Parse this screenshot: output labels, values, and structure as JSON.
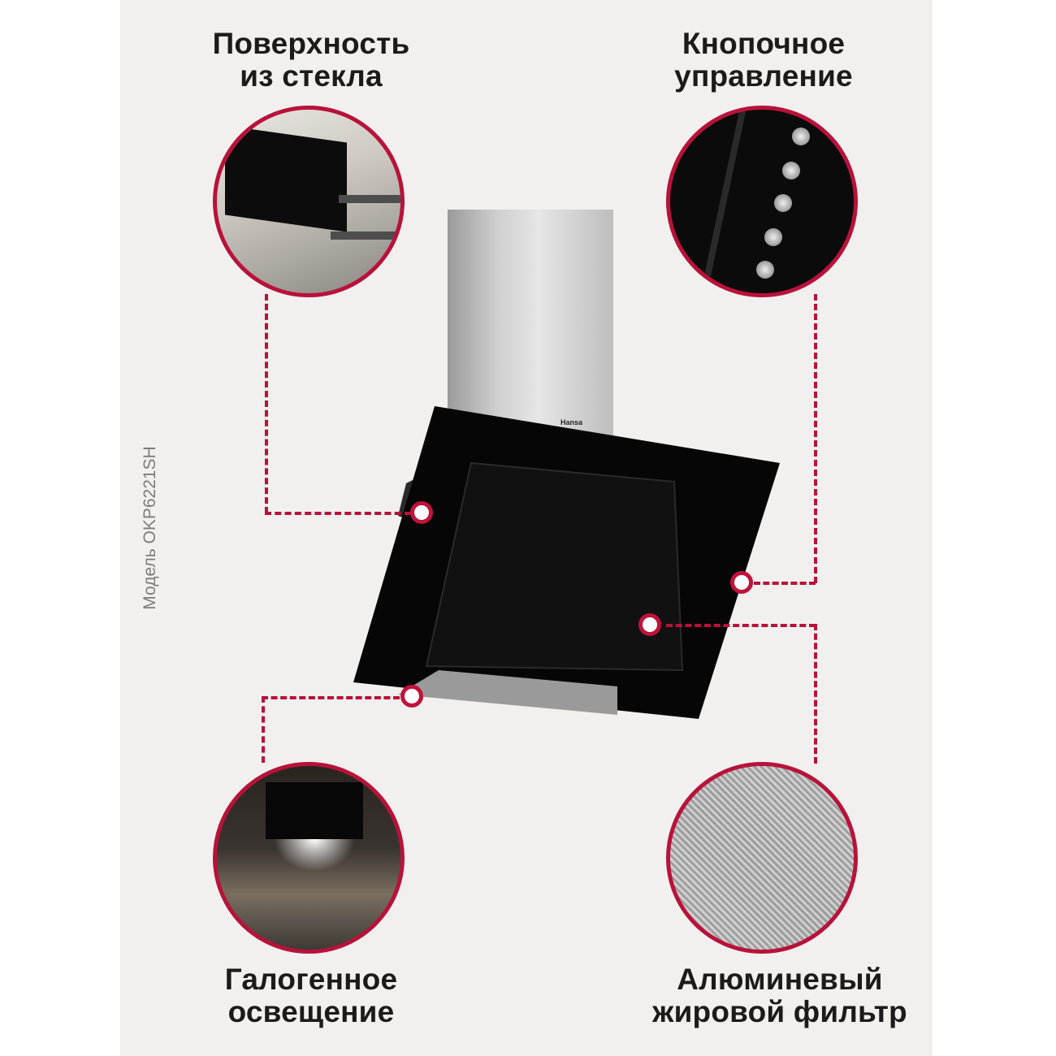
{
  "features": {
    "top_left": {
      "line1": "Поверхность",
      "line2": "из стекла"
    },
    "top_right": {
      "line1": "Кнопочное",
      "line2": "управление"
    },
    "bottom_left": {
      "line1": "Галогенное",
      "line2": "освещение"
    },
    "bottom_right": {
      "line1": "Алюминевый",
      "line2": "жировой фильтр"
    }
  },
  "model_label": "Модель OKP6221SH",
  "product": {
    "brand": "Hansa"
  },
  "colors": {
    "accent": "#b8123a",
    "background": "#f1f0ef"
  },
  "control_icons": [
    "light-icon",
    "fan-speed-3-icon",
    "fan-speed-2-icon",
    "fan-speed-1-icon",
    "power-icon"
  ]
}
